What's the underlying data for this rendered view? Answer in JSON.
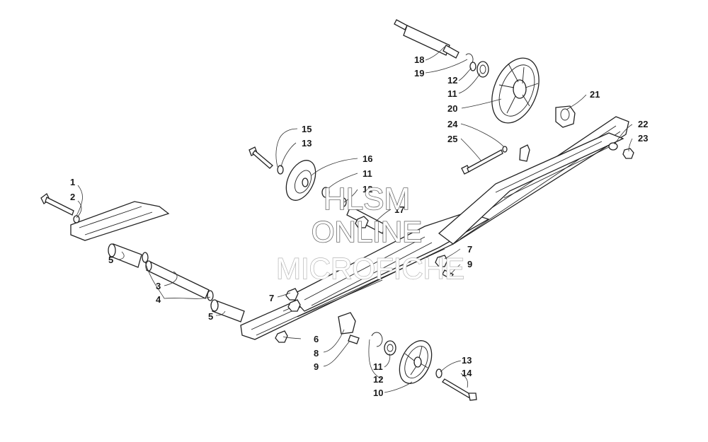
{
  "watermark": {
    "line1": "HLSM",
    "line2": "ONLINE",
    "line3": "MICROFICHE"
  },
  "callouts": {
    "c1": "1",
    "c2": "2",
    "c3": "3",
    "c4": "4",
    "c5a": "5",
    "c5b": "5",
    "c6": "6",
    "c7a": "7",
    "c7b": "7",
    "c8": "8",
    "c9a": "9",
    "c9b": "9",
    "c10": "10",
    "c11a": "11",
    "c11b": "11",
    "c11c": "11",
    "c12a": "12",
    "c12b": "12",
    "c12c": "12",
    "c13a": "13",
    "c13b": "13",
    "c14": "14",
    "c15": "15",
    "c16": "16",
    "c17": "17",
    "c18": "18",
    "c19": "19",
    "c20": "20",
    "c21": "21",
    "c22": "22",
    "c23": "23",
    "c24": "24",
    "c25": "25"
  }
}
